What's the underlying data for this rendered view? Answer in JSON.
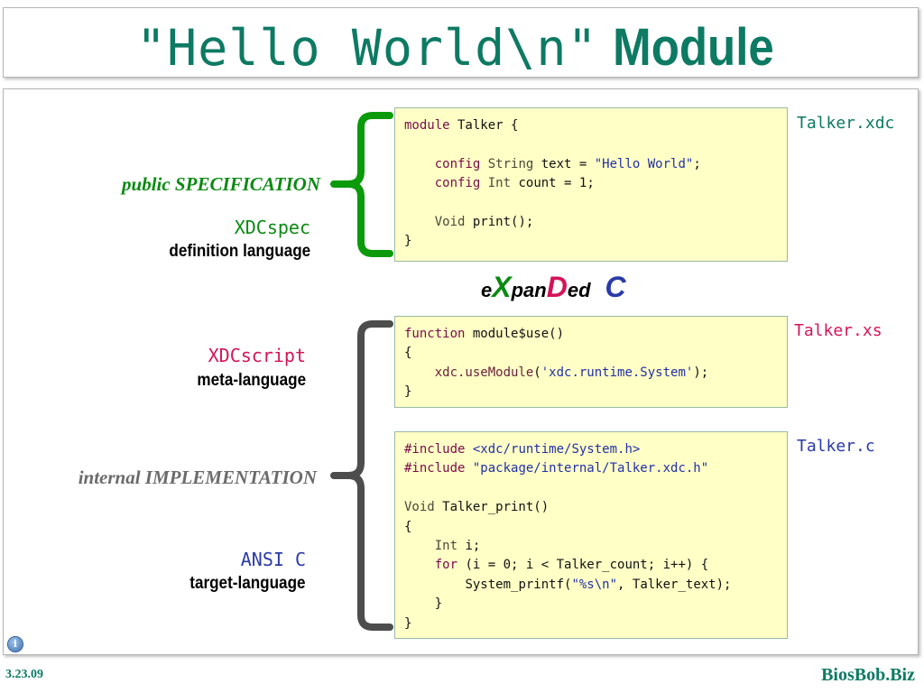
{
  "title": {
    "code_part": "\"Hello World\\n\"",
    "word_part": "Module"
  },
  "labels": {
    "public_spec": "public SPECIFICATION",
    "xdcspec": "XDCspec",
    "xdcspec_desc": "definition language",
    "xdcscript": "XDCscript",
    "xdcscript_desc": "meta-language",
    "internal_impl": "internal  IMPLEMENTATION",
    "ansi_c": "ANSI C",
    "ansi_c_desc": "target-language"
  },
  "expanded": {
    "p1": "e",
    "p2": "X",
    "p3": "pan",
    "p4": "D",
    "p5": "ed",
    "p6": "C"
  },
  "files": {
    "xdc": "Talker.xdc",
    "xs": "Talker.xs",
    "c": "Talker.c"
  },
  "code_xdc": {
    "l1_kw": "module",
    "l1_rest": " Talker {",
    "l2_kw": "config",
    "l2_ty": "String",
    "l2_mid": " text = ",
    "l2_str": "\"Hello World\"",
    "l2_end": ";",
    "l3_kw": "config",
    "l3_ty": "Int",
    "l3_rest": " count = 1;",
    "l4_ty": "Void",
    "l4_rest": " print();",
    "l5": "}"
  },
  "code_xs": {
    "l1_kw": "function",
    "l1_rest": " module$use()",
    "l2": "{",
    "l3_fn": "xdc.useModule",
    "l3_open": "(",
    "l3_str": "'xdc.runtime.System'",
    "l3_end": ");",
    "l4": "}"
  },
  "code_c": {
    "l1_kw": "#include",
    "l1_str": "<xdc/runtime/System.h>",
    "l2_kw": "#include",
    "l2_str": "\"package/internal/Talker.xdc.h\"",
    "l3_ty": "Void",
    "l3_rest": " Talker_print()",
    "l4": "{",
    "l5_ty": "Int",
    "l5_rest": " i;",
    "l6_kw": "for",
    "l6_rest": " (i = 0; i < Talker_count; i++) {",
    "l7_a": "System_printf(",
    "l7_str": "\"%s\\n\"",
    "l7_b": ", Talker_text);",
    "l8": "}",
    "l9": "}"
  },
  "footer": {
    "date": "3.23.09",
    "site": "BiosBob.Biz"
  },
  "info_glyph": "i",
  "colors": {
    "teal": "#0d7a63",
    "green": "#0a8a12",
    "red": "#d4145a",
    "blue": "#2a3aa8",
    "gray": "#6b6b6b",
    "bracket_green": "#0a9a0a",
    "bracket_gray": "#4d4d4d",
    "code_bg": "#ffffc6"
  }
}
